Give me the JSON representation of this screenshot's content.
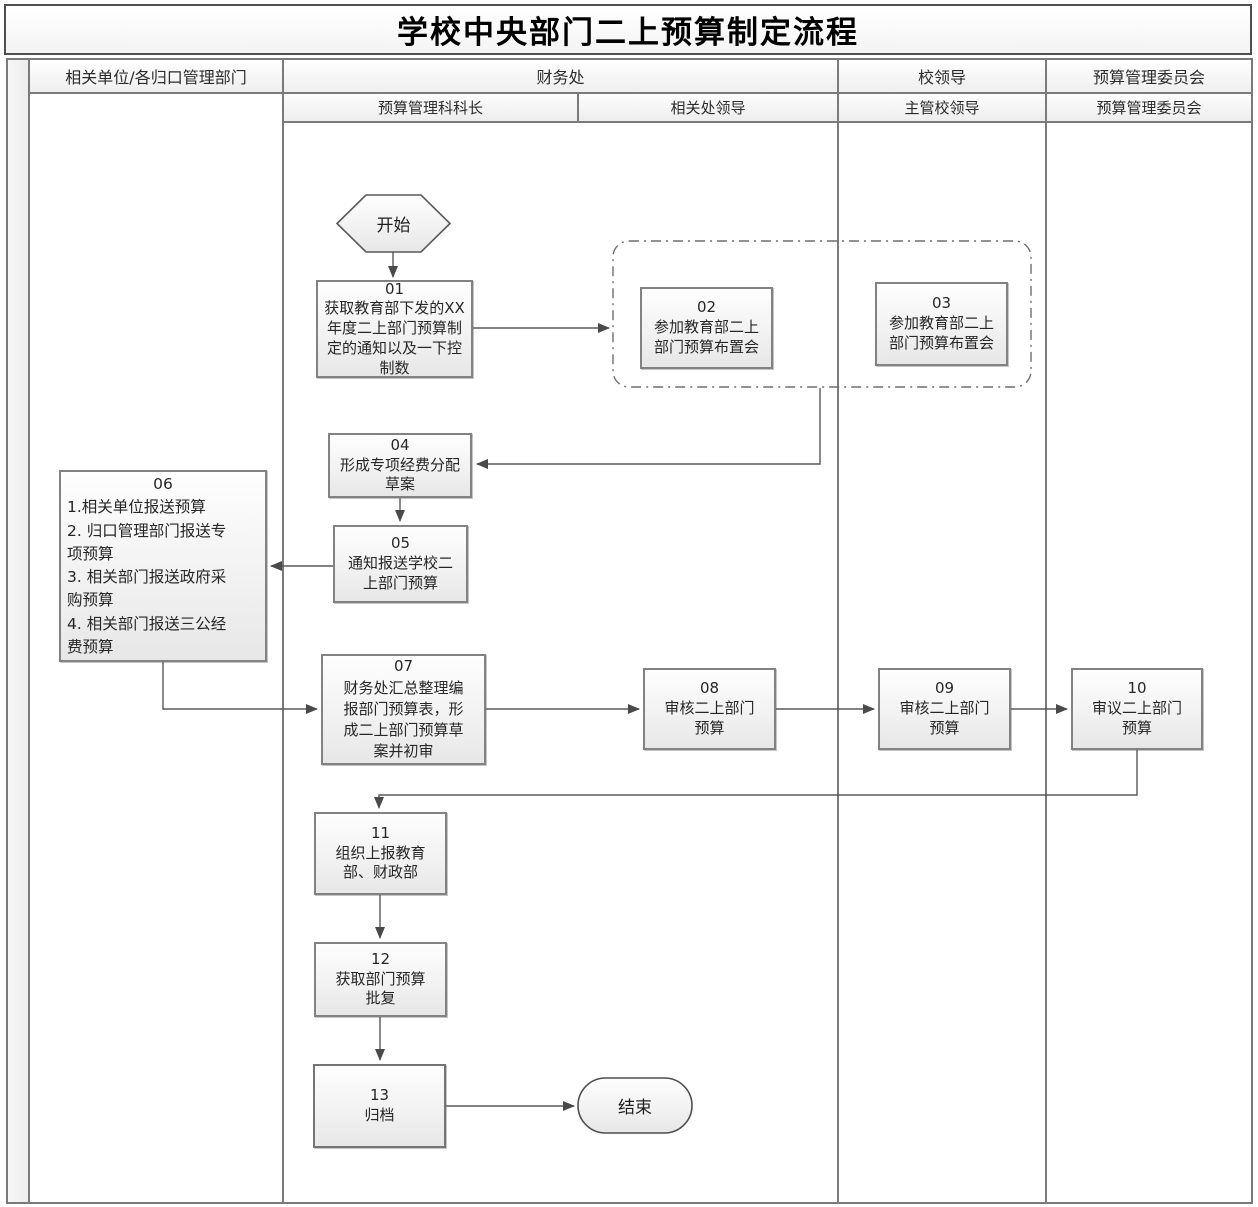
{
  "title": "学校中央部门二上预算制定流程",
  "lanes": [
    {
      "title": "相关单位/各归口管理部门",
      "subs": []
    },
    {
      "title": "财务处",
      "subs": [
        "预算管理科科长",
        "相关处领导"
      ]
    },
    {
      "title": "校领导",
      "subs": [
        "主管校领导"
      ]
    },
    {
      "title": "预算管理委员会",
      "subs": [
        "预算管理委员会"
      ]
    }
  ],
  "nodes": {
    "start": {
      "label": "开始"
    },
    "n01": {
      "num": "01",
      "label": "获取教育部下发的XX\n年度二上部门预算制\n定的通知以及一下控\n制数"
    },
    "n02": {
      "num": "02",
      "label": "参加教育部二上\n部门预算布置会"
    },
    "n03": {
      "num": "03",
      "label": "参加教育部二上\n部门预算布置会"
    },
    "n04": {
      "num": "04",
      "label": "形成专项经费分配\n草案"
    },
    "n05": {
      "num": "05",
      "label": "通知报送学校二\n上部门预算"
    },
    "n06": {
      "num": "06",
      "label": "1.相关单位报送预算\n2. 归口管理部门报送专\n项预算\n3. 相关部门报送政府采\n购预算\n4. 相关部门报送三公经\n费预算"
    },
    "n07": {
      "num": "07",
      "label": "财务处汇总整理编\n报部门预算表，形\n成二上部门预算草\n案并初审"
    },
    "n08": {
      "num": "08",
      "label": "审核二上部门\n预算"
    },
    "n09": {
      "num": "09",
      "label": "审核二上部门\n预算"
    },
    "n10": {
      "num": "10",
      "label": "审议二上部门\n预算"
    },
    "n11": {
      "num": "11",
      "label": "组织上报教育\n部、财政部"
    },
    "n12": {
      "num": "12",
      "label": "获取部门预算\n批复"
    },
    "n13": {
      "num": "13",
      "label": "归档"
    },
    "end": {
      "label": "结束"
    }
  },
  "colors": {
    "grid_line": "#7a7a7a",
    "connector": "#595959",
    "node_border": "#828282",
    "node_fill_top": "#fefefe",
    "node_fill_bottom": "#e7e7e7",
    "text": "#262626"
  }
}
